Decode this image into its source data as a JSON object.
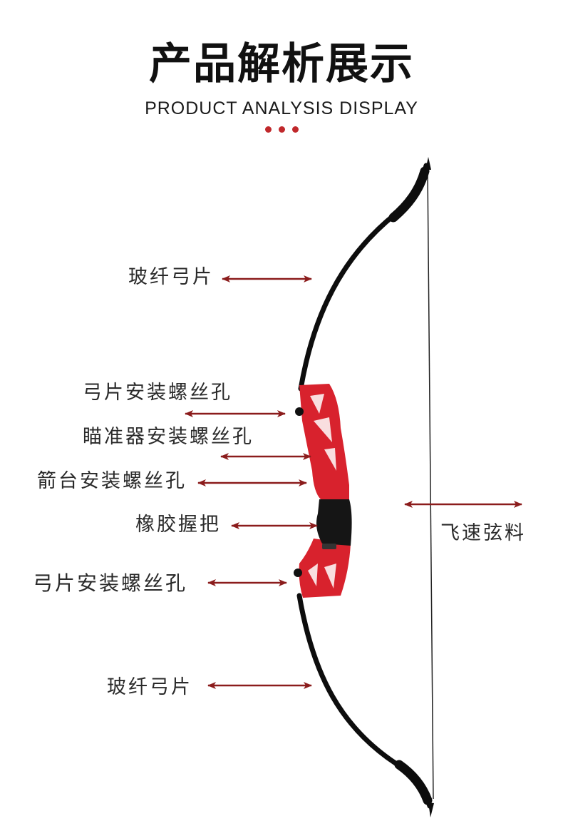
{
  "header": {
    "title": "产品解析展示",
    "subtitle": "PRODUCT ANALYSIS DISPLAY"
  },
  "colors": {
    "dot": "#c0282b",
    "arrow": "#8b1c1c",
    "riser": "#d8222d",
    "limb": "#0d0d0d",
    "grip": "#151515"
  },
  "labels": {
    "upper_limb": "玻纤弓片",
    "limb_bolt_upper": "弓片安装螺丝孔",
    "sight_hole": "瞄准器安装螺丝孔",
    "rest_hole": "箭台安装螺丝孔",
    "grip": "橡胶握把",
    "limb_bolt_lower": "弓片安装螺丝孔",
    "lower_limb": "玻纤弓片",
    "string": "飞速弦料"
  }
}
